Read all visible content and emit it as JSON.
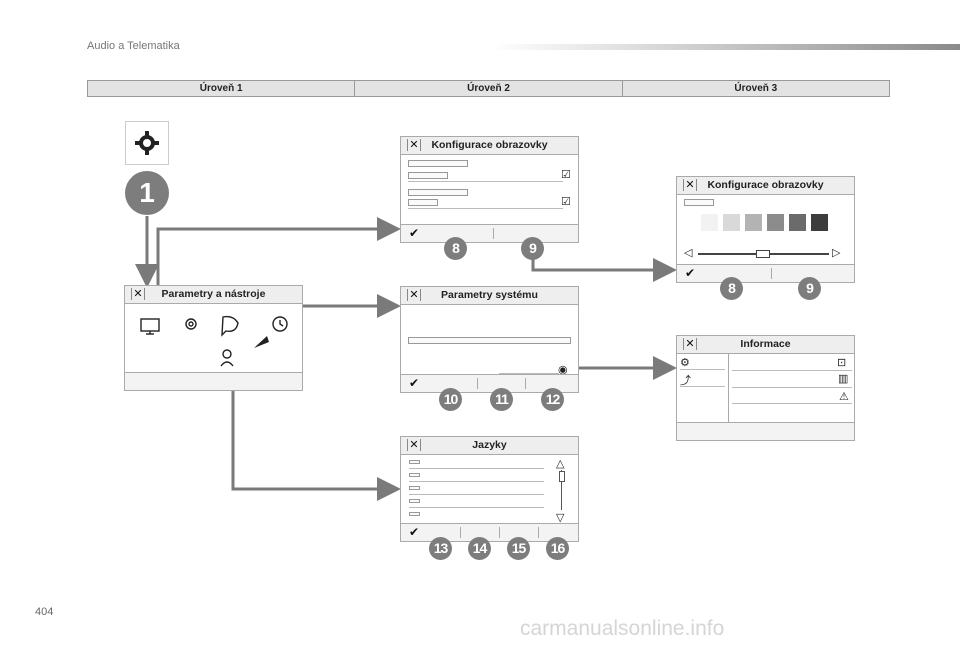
{
  "header": {
    "title": "Audio a Telematika"
  },
  "levels": [
    "Úroveň 1",
    "Úroveň 2",
    "Úroveň 3"
  ],
  "level1": {
    "badge": "1",
    "icon": "gear-icon"
  },
  "panels": {
    "parametry_nastroje": {
      "title": "Parametry a nástroje"
    },
    "konfigurace_l2": {
      "title": "Konfigurace obrazovky"
    },
    "parametry_systemu": {
      "title": "Parametry systému"
    },
    "jazyky": {
      "title": "Jazyky"
    },
    "konfigurace_l3": {
      "title": "Konfigurace obrazovky"
    },
    "informace": {
      "title": "Informace"
    }
  },
  "badges": {
    "konfigurace_l2": [
      "8",
      "9"
    ],
    "konfigurace_l3": [
      "8",
      "9"
    ],
    "parametry_systemu": [
      "10",
      "11",
      "12"
    ],
    "jazyky": [
      "13",
      "14",
      "15",
      "16"
    ]
  },
  "swatch_colors": [
    "#f2f2f2",
    "#d9d9d9",
    "#b3b3b3",
    "#8c8c8c",
    "#6b6b6b",
    "#3d3d3d"
  ],
  "colors": {
    "badge": "#7d7d7d",
    "arrow": "#7a7a7a"
  },
  "footer": {
    "page_number": "404",
    "watermark": "carmanualsonline.info"
  }
}
